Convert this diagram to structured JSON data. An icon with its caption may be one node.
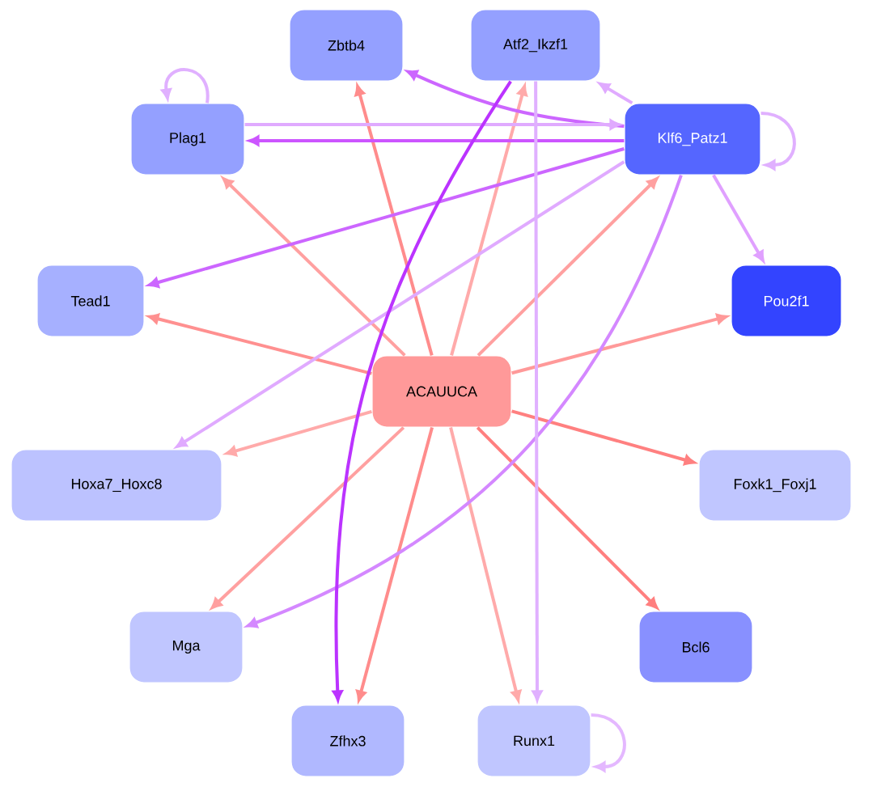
{
  "diagram": {
    "nodes": [
      {
        "text": [
          "Zbtb4"
        ]
      },
      {
        "text": [
          "Atf2_Ikzf1"
        ]
      },
      {
        "text": [
          "Plag1"
        ]
      },
      {
        "text": [
          "Klf6_Patz1"
        ]
      },
      {
        "text": [
          "Tead1"
        ]
      },
      {
        "text": [
          "Pou2f1"
        ]
      },
      {
        "text": [
          "ACAUUCA"
        ]
      },
      {
        "text": [
          "Hoxa7_Hoxc8"
        ]
      },
      {
        "text": [
          "Foxk1_Foxj1"
        ]
      },
      {
        "text": [
          "Mga"
        ]
      },
      {
        "text": [
          "Bcl6"
        ]
      },
      {
        "text": [
          "Zfhx3"
        ]
      },
      {
        "text": [
          "Runx1"
        ]
      }
    ],
    "edges": [
      {
        "from": 6,
        "to": 0,
        "arrow": "to",
        "color": "#ff8c8c"
      },
      {
        "from": 6,
        "to": 1,
        "arrow": "to",
        "color": "#ffaaaa"
      },
      {
        "from": 6,
        "to": 2,
        "arrow": "to",
        "color": "#ffa0a0"
      },
      {
        "from": 6,
        "to": 3,
        "arrow": "to",
        "color": "#ffa0a0"
      },
      {
        "from": 6,
        "to": 4,
        "arrow": "to",
        "color": "#ff9090"
      },
      {
        "from": 6,
        "to": 5,
        "arrow": "to",
        "color": "#ff9999"
      },
      {
        "from": 6,
        "to": 7,
        "arrow": "to",
        "color": "#ffaaaa"
      },
      {
        "from": 6,
        "to": 8,
        "arrow": "to",
        "color": "#ff8080"
      },
      {
        "from": 6,
        "to": 9,
        "arrow": "to",
        "color": "#ffa0a0"
      },
      {
        "from": 6,
        "to": 10,
        "arrow": "to",
        "color": "#ff7f7f"
      },
      {
        "from": 6,
        "to": 11,
        "arrow": "to",
        "color": "#ff8c8c"
      },
      {
        "from": 6,
        "to": 12,
        "arrow": "to",
        "color": "#ffaaaa"
      },
      {
        "from": 3,
        "to": 0,
        "arrow": "to",
        "color": "#cc66ff"
      },
      {
        "from": 3,
        "to": 1,
        "arrow": "to",
        "color": "#e0aaff"
      },
      {
        "from": 3,
        "to": 2,
        "arrow": "to",
        "color": "#cc55ff"
      },
      {
        "from": 2,
        "to": 3,
        "arrow": "to",
        "color": "#e0aaff"
      },
      {
        "from": 3,
        "to": 3,
        "arrow": "to",
        "color": "#e0b0ff"
      },
      {
        "from": 2,
        "to": 2,
        "arrow": "to",
        "color": "#e0b0ff"
      },
      {
        "from": 3,
        "to": 4,
        "arrow": "to",
        "color": "#cc66ff"
      },
      {
        "from": 3,
        "to": 5,
        "arrow": "to",
        "color": "#e0a0ff"
      },
      {
        "from": 3,
        "to": 7,
        "arrow": "to",
        "color": "#e0aaff"
      },
      {
        "from": 3,
        "to": 9,
        "arrow": "to",
        "color": "#d488ff"
      },
      {
        "from": 1,
        "to": 11,
        "arrow": "to",
        "color": "#bb33ff"
      },
      {
        "from": 1,
        "to": 12,
        "arrow": "to",
        "color": "#e0b0ff"
      },
      {
        "from": 12,
        "to": 12,
        "arrow": "to",
        "color": "#e4b8ff"
      }
    ]
  }
}
